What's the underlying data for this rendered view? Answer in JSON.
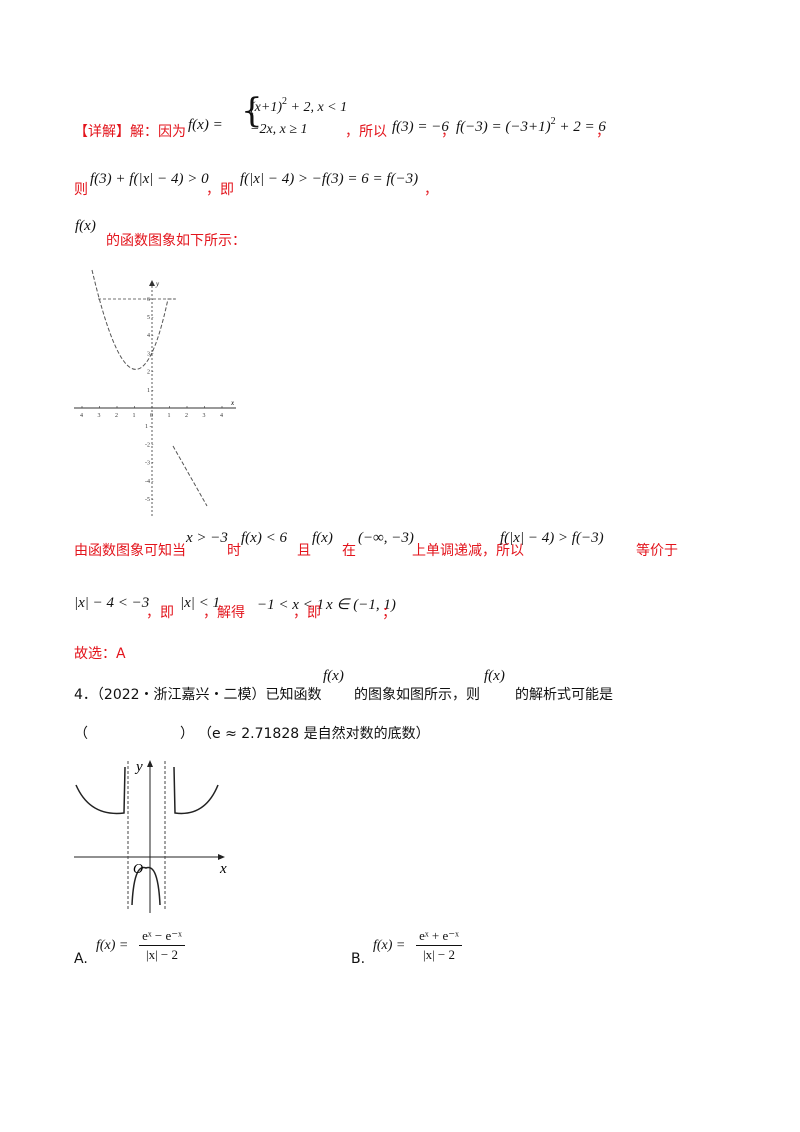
{
  "line1": {
    "label": "【详解】解：因为",
    "fx": "f(x) =",
    "case1": "(x+1)² + 2, x < 1",
    "case1_a": "(x+1)",
    "case1_b": " + 2, x < 1",
    "case2": "−2x, x ≥ 1",
    "so": "，所以",
    "f3": "f(3) = −6",
    "sep": "，",
    "fm3": "f(−3) = (−3+1)² + 2 = 6",
    "fm3_a": "f(−3) = (−3+1)",
    "fm3_b": " + 2 = 6",
    "sup2": "2",
    "end": "，"
  },
  "line2": {
    "ze": "则",
    "ineq1": "f(3) + f(|x| − 4) > 0",
    "ji": "，即",
    "ineq2": "f(|x| − 4) > −f(3) = 6 = f(−3)",
    "end": "，"
  },
  "line3": {
    "fx": "f(x)",
    "text": "的函数图象如下所示："
  },
  "graph1": {
    "x_ticks": [
      "4",
      "3",
      "2",
      "1",
      "0",
      "1",
      "2",
      "3",
      "4"
    ],
    "y_ticks_pos": [
      "6",
      "5",
      "4",
      "3",
      "2",
      "1"
    ],
    "y_ticks_neg": [
      "1",
      "-2",
      "-3",
      "-4",
      "-5"
    ],
    "x_label": "x",
    "y_label": "y"
  },
  "line4": {
    "t1": "由函数图象可知当",
    "c1": "x > −3",
    "t2": "时",
    "c2": "f(x) < 6",
    "t3": "且",
    "c3": "f(x)",
    "t4": "在",
    "c4": "(−∞, −3)",
    "t5": "上单调递减，所以",
    "c5": "f(|x| − 4) > f(−3)",
    "t6": "等价于"
  },
  "line5": {
    "c1": "|x| − 4 < −3",
    "t1": "，即",
    "c2": "|x| < 1",
    "t2": "，解得",
    "c3": "−1 < x < 1",
    "t3": "，即",
    "c4": "x ∈ (−1, 1)",
    "t4": "；"
  },
  "answer": "故选：A",
  "question": {
    "number": "4．（2022・浙江嘉兴・二模）已知函数",
    "fx1": "f(x)",
    "mid": "的图象如图所示，则",
    "fx2": "f(x)",
    "end": "的解析式可能是",
    "paren_open": "（",
    "paren_close": "）",
    "note": "（e ≈ 2.71828 是自然对数的底数）"
  },
  "graph2": {
    "y_label": "y",
    "x_label": "x",
    "origin": "O"
  },
  "options": [
    {
      "letter": "A.",
      "lhs": "f(x) =",
      "num": "eˣ − e⁻ˣ",
      "den": "|x| − 2"
    },
    {
      "letter": "B.",
      "lhs": "f(x) =",
      "num": "eˣ + e⁻ˣ",
      "den": "|x| − 2"
    }
  ]
}
